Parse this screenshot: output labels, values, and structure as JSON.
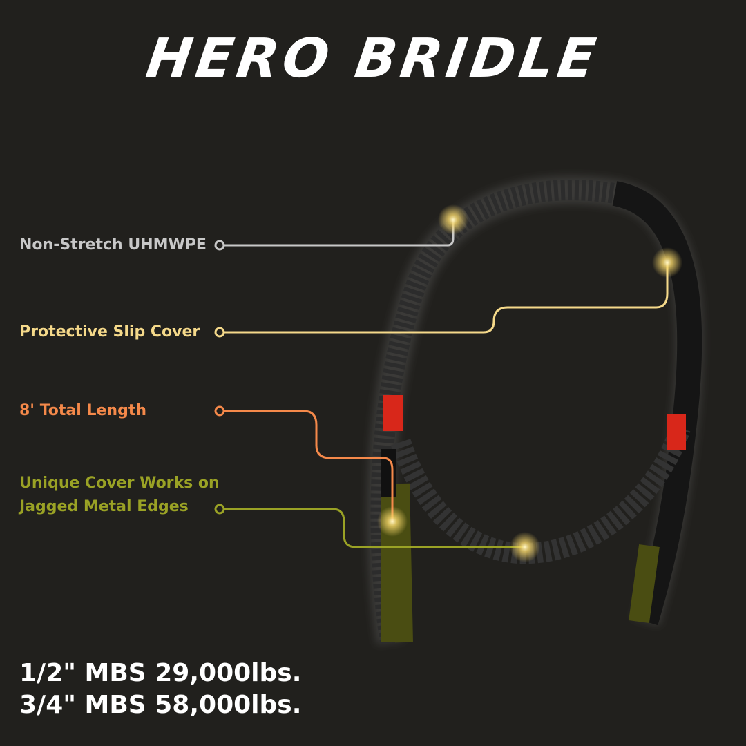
{
  "title": "HERO BRIDLE",
  "callouts": [
    {
      "text": "Non-Stretch UHMWPE",
      "color": "#c8c8c8"
    },
    {
      "text": "Protective Slip Cover",
      "color": "#f5d98a"
    },
    {
      "text": "8' Total Length",
      "color": "#f5894a"
    },
    {
      "text": "Unique Cover Works on Jagged Metal Edges",
      "line1": "Unique Cover Works on",
      "line2": "Jagged Metal Edges",
      "color": "#9aa225"
    }
  ],
  "specs": [
    "1/2\" MBS 29,000lbs.",
    "3/4\" MBS 58,000lbs."
  ],
  "colors": {
    "background": "#21201d",
    "rope": "#2c2c2c",
    "sleeve": "#4a4d12",
    "whipping": "#d8271a"
  }
}
